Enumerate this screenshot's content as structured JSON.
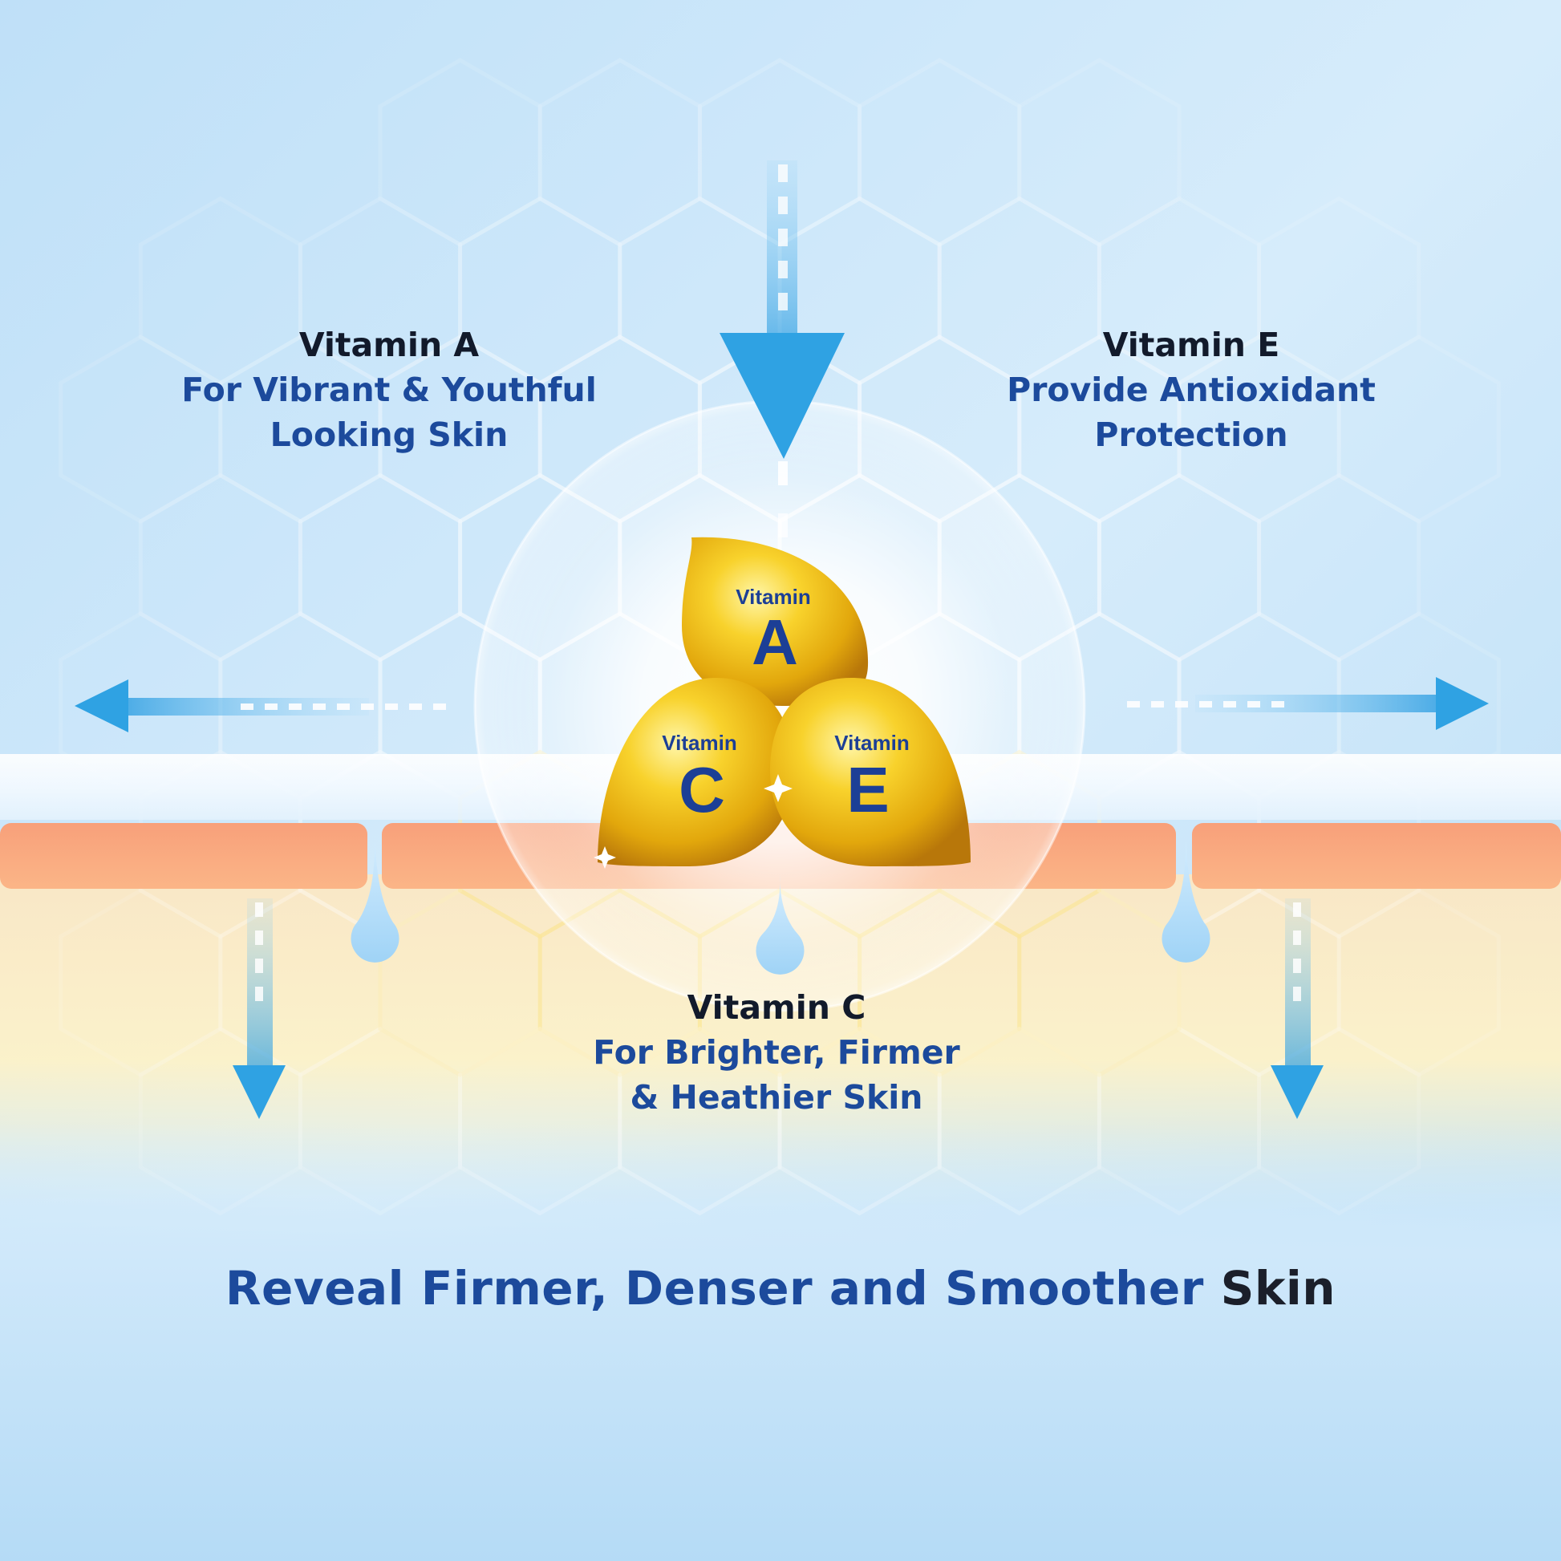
{
  "vitamins": {
    "a": {
      "title": "Vitamin A",
      "lines": [
        "For Vibrant & Youthful",
        "Looking Skin"
      ],
      "badge_word": "Vitamin",
      "badge_letter": "A"
    },
    "e": {
      "title": "Vitamin E",
      "lines": [
        "Provide Antioxidant",
        "Protection"
      ],
      "badge_word": "Vitamin",
      "badge_letter": "E"
    },
    "c": {
      "title": "Vitamin C",
      "lines": [
        "For Brighter, Firmer",
        "& Heathier Skin"
      ],
      "badge_word": "Vitamin",
      "badge_letter": "C"
    }
  },
  "tagline": {
    "main": "Reveal Firmer, Denser and Smoother",
    "end": "Skin"
  },
  "colors": {
    "text_blue": "#1c4a9c",
    "text_dark": "#121a2b",
    "gold": "#f2c21a",
    "sky": "#cde7fa",
    "skin_orange": "#f9a37a",
    "arrow_blue": "#3aa8e6"
  }
}
